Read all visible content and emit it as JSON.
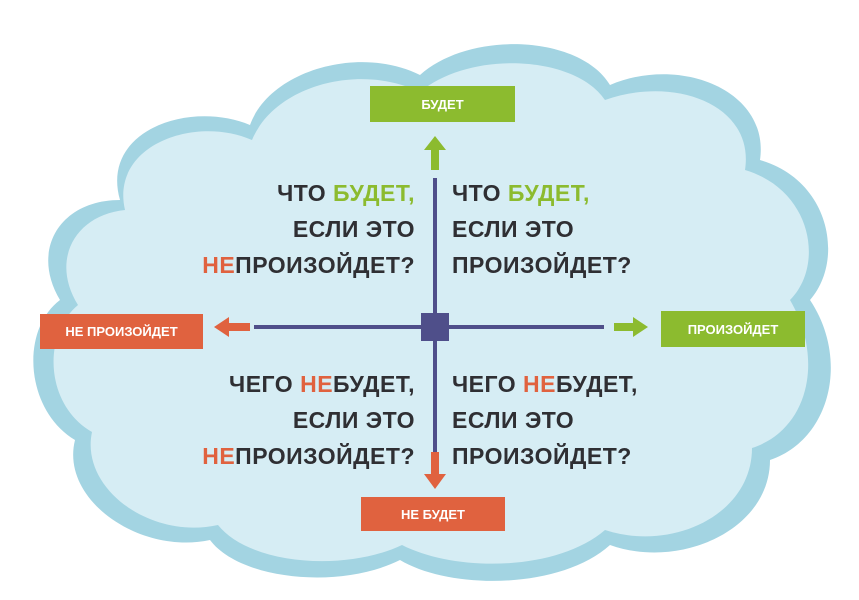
{
  "colors": {
    "positive": "#8cbb2f",
    "negative": "#e0623f",
    "axis": "#4f4f8a",
    "cloud": "#d6edf4",
    "cloud_edge": "#a3d4e2"
  },
  "axis_labels": {
    "top": "БУДЕТ",
    "bottom": "НЕ БУДЕТ",
    "left": "НЕ ПРОИЗОЙДЕТ",
    "right": "ПРОИЗОЙДЕТ"
  },
  "quadrants": {
    "top_left": {
      "l1a": "ЧТО ",
      "l1b": "БУДЕТ,",
      "l2": "ЕСЛИ ЭТО",
      "l3a": "НЕ",
      "l3b": "ПРОИЗОЙДЕТ?"
    },
    "top_right": {
      "l1a": "ЧТО ",
      "l1b": "БУДЕТ,",
      "l2": "ЕСЛИ ЭТО",
      "l3": "ПРОИЗОЙДЕТ?"
    },
    "bottom_left": {
      "l1a": "ЧЕГО ",
      "l1b": "НЕ",
      "l1c": "БУДЕТ,",
      "l2": "ЕСЛИ ЭТО",
      "l3a": "НЕ",
      "l3b": "ПРОИЗОЙДЕТ?"
    },
    "bottom_right": {
      "l1a": "ЧЕГО ",
      "l1b": "НЕ",
      "l1c": "БУДЕТ,",
      "l2": "ЕСЛИ ЭТО",
      "l3": "ПРОИЗОЙДЕТ?"
    }
  }
}
